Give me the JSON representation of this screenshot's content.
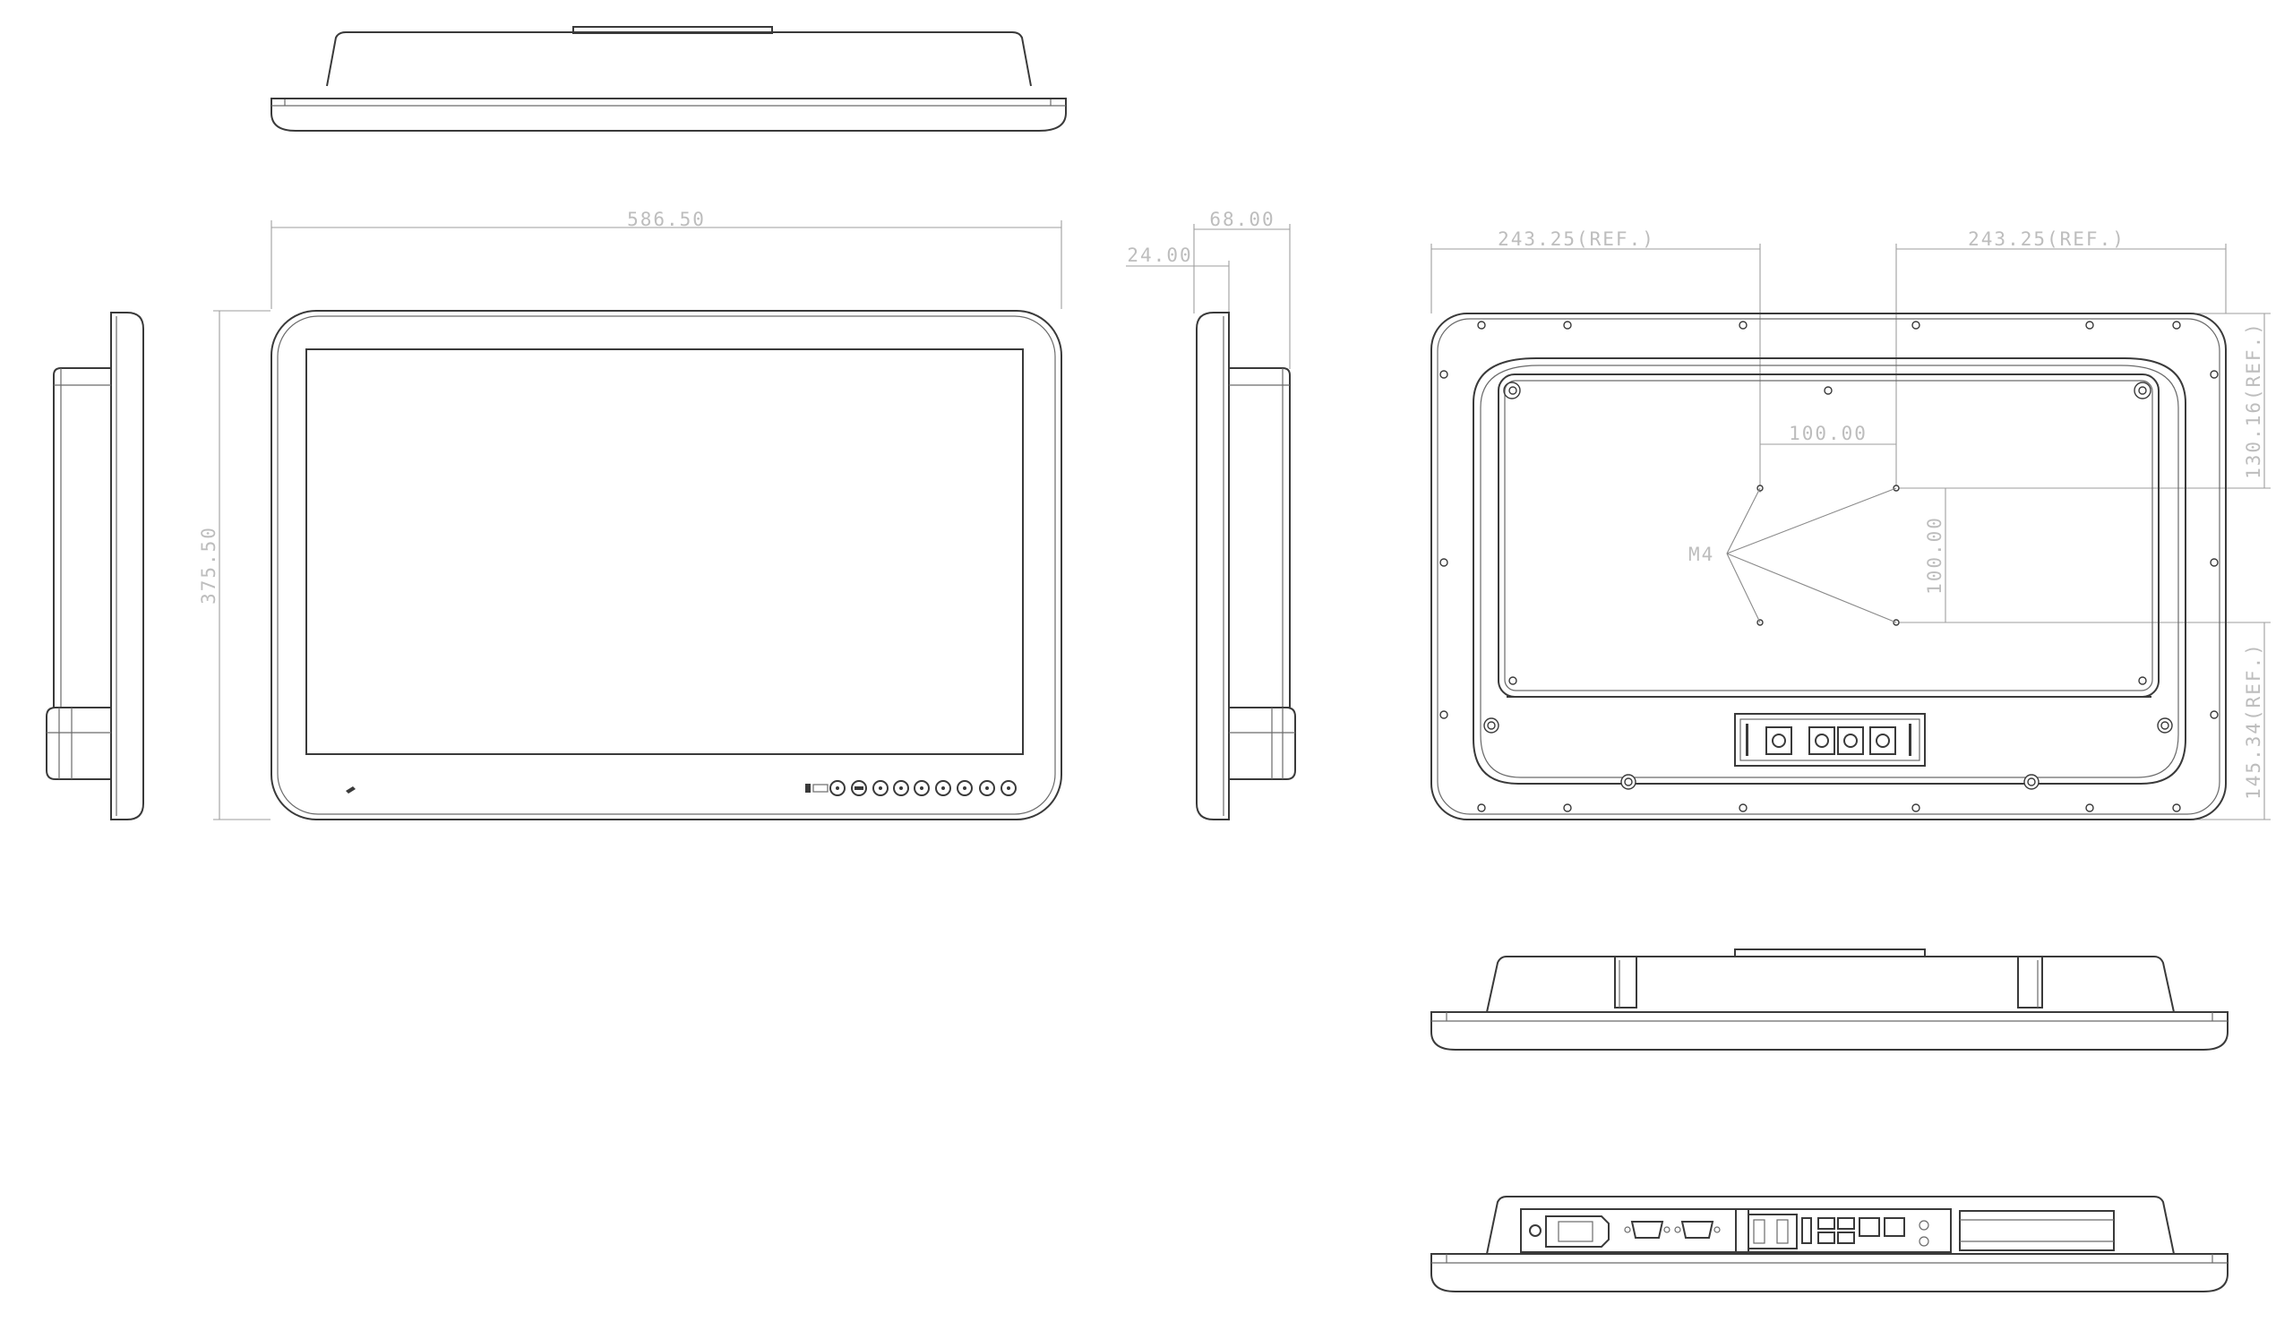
{
  "dimensions": {
    "front_width": "586.50",
    "front_height": "375.50",
    "side_total_depth": "68.00",
    "side_bezel_depth": "24.00",
    "rear_left_ref": "243.25(REF.)",
    "rear_right_ref": "243.25(REF.)",
    "vesa_horizontal": "100.00",
    "vesa_vertical": "100.00",
    "rear_upper_ref": "130.16(REF.)",
    "rear_lower_ref": "145.34(REF.)",
    "screw_label": "M4"
  },
  "front_panel_buttons": [
    "power-icon",
    "menu-icon",
    "source-icon",
    "brightness-icon",
    "contrast-icon",
    "volume-icon",
    "mute-icon",
    "picture-icon",
    "function-icon"
  ],
  "colors": {
    "line": "#3a3a3a",
    "dimension": "#9e9e9e",
    "dimension_text": "#bdbdbd",
    "background": "#ffffff"
  }
}
